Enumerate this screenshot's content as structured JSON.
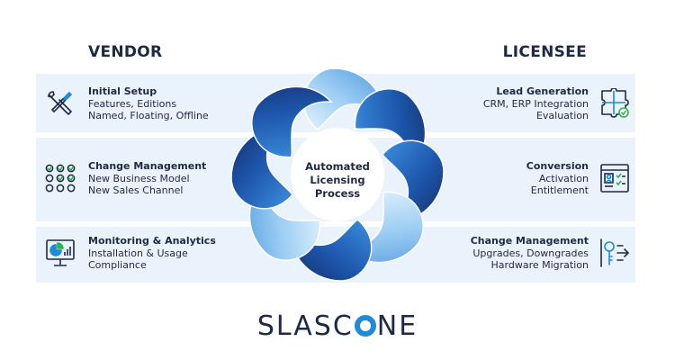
{
  "vendor": {
    "heading": "VENDOR",
    "items": [
      {
        "title": "Initial Setup",
        "lines": [
          "Features, Editions",
          "Named, Floating, Offline"
        ],
        "icon": "wrench-screwdriver-icon"
      },
      {
        "title": "Change Management",
        "lines": [
          "New Business Model",
          "New Sales Channel"
        ],
        "icon": "checklist-grid-icon"
      },
      {
        "title": "Monitoring & Analytics",
        "lines": [
          "Installation & Usage",
          "Compliance"
        ],
        "icon": "monitor-chart-icon"
      }
    ]
  },
  "licensee": {
    "heading": "LICENSEE",
    "items": [
      {
        "title": "Lead Generation",
        "lines": [
          "CRM, ERP Integration",
          "Evaluation"
        ],
        "icon": "puzzle-icon"
      },
      {
        "title": "Conversion",
        "lines": [
          "Activation",
          "Entitlement"
        ],
        "icon": "form-checklist-icon"
      },
      {
        "title": "Change Management",
        "lines": [
          "Upgrades, Downgrades",
          "Hardware Migration"
        ],
        "icon": "key-arrow-icon"
      }
    ]
  },
  "center": {
    "lines": [
      "Automated",
      "Licensing",
      "Process"
    ]
  },
  "logo": {
    "before": "SLASC",
    "after": "NE"
  },
  "colors": {
    "band": "#eaf2fb",
    "accent": "#1f8ad8",
    "dark": "#1d2a44",
    "petal_dark": "#1a3d82",
    "petal_light": "#cfe8fb"
  }
}
